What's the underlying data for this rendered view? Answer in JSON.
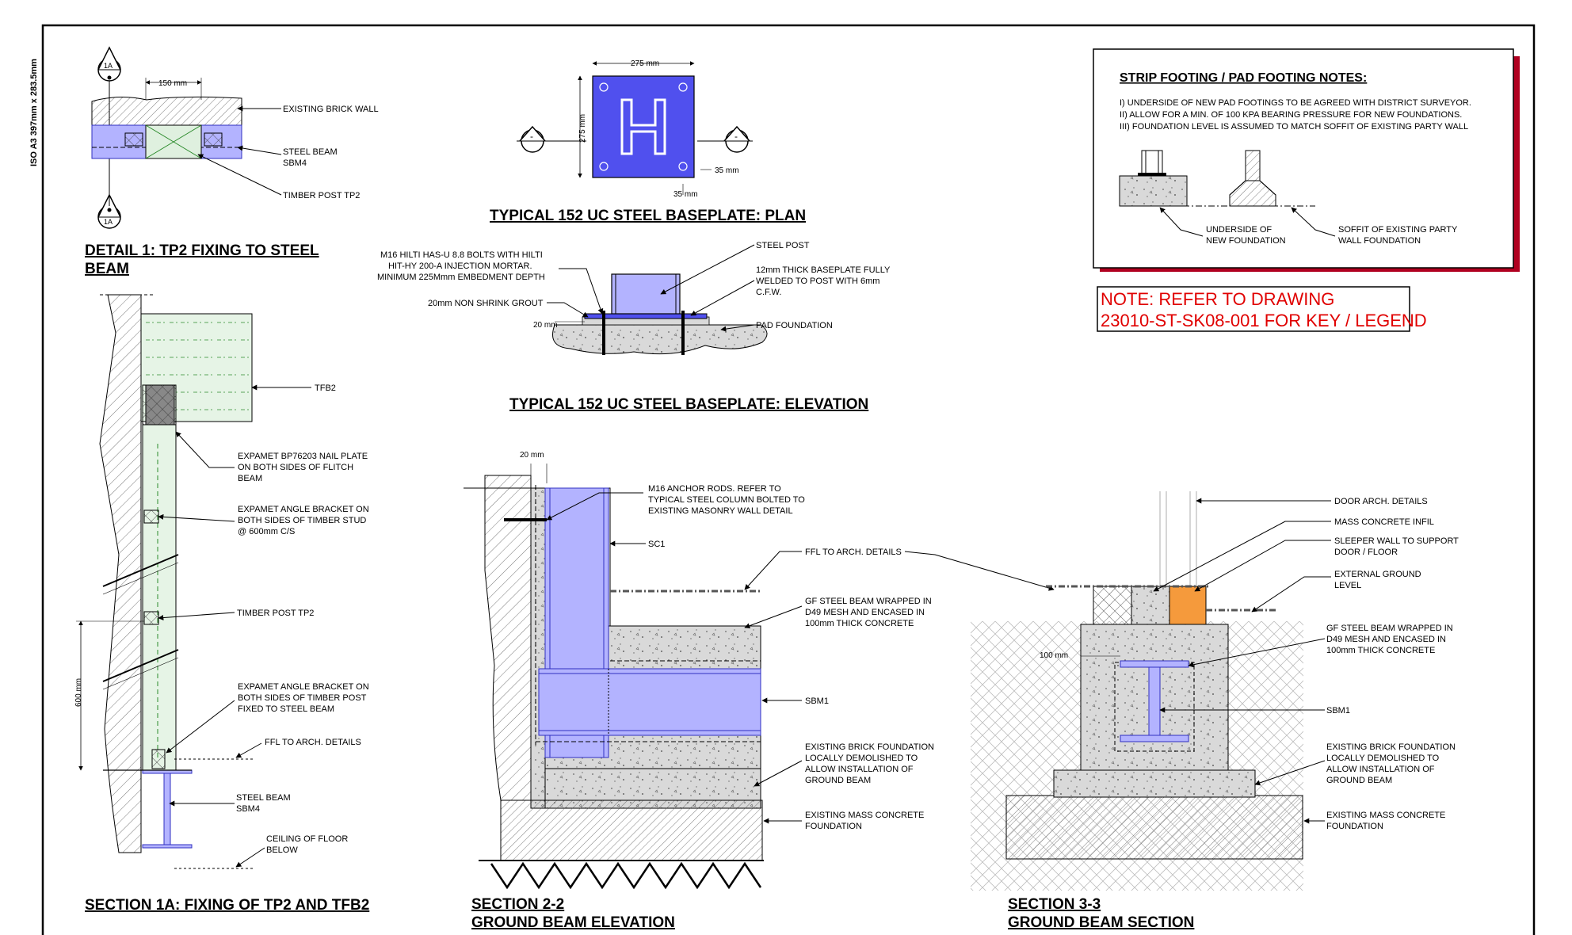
{
  "sheet": {
    "size_label": "ISO A3 397mm x 283.5mm"
  },
  "detail1": {
    "title_line1": "DETAIL 1: TP2 FIXING TO STEEL",
    "title_line2": "BEAM",
    "section_mark": "1A",
    "dim_150": "150 mm",
    "lbl_wall": "EXISTING BRICK WALL",
    "lbl_beam_1": "STEEL BEAM",
    "lbl_beam_2": "SBM4",
    "lbl_post": "TIMBER POST TP2"
  },
  "plan": {
    "title": "TYPICAL 152 UC STEEL BASEPLATE: PLAN",
    "dim_275_h": "275 mm",
    "dim_275_v": "275 mm",
    "dim_35_a": "35 mm",
    "dim_35_b": "35 mm",
    "marker": "-"
  },
  "elevation": {
    "title": "TYPICAL 152 UC STEEL BASEPLATE: ELEVATION",
    "lbl_bolts_1": "M16 HILTI HAS-U 8.8 BOLTS WITH HILTI",
    "lbl_bolts_2": "HIT-HY 200-A INJECTION MORTAR.",
    "lbl_bolts_3": "MINIMUM 225Mmm EMBEDMENT DEPTH",
    "lbl_grout": "20mm NON SHRINK GROUT",
    "dim_20": "20 mm",
    "lbl_post": "STEEL POST",
    "lbl_plate_1": "12mm THICK BASEPLATE FULLY",
    "lbl_plate_2": "WELDED TO POST WITH 6mm",
    "lbl_plate_3": "C.F.W.",
    "lbl_pad": "PAD FOUNDATION"
  },
  "notes": {
    "heading": "STRIP FOOTING / PAD FOOTING NOTES:",
    "line1": "I) UNDERSIDE OF NEW PAD FOOTINGS TO BE AGREED WITH DISTRICT SURVEYOR.",
    "line2": "II) ALLOW FOR A MIN. OF 100 KPA BEARING PRESSURE FOR NEW FOUNDATIONS.",
    "line3": "III) FOUNDATION LEVEL IS ASSUMED TO MATCH SOFFIT OF EXISTING PARTY WALL",
    "lbl_underside_1": "UNDERSIDE OF",
    "lbl_underside_2": "NEW FOUNDATION",
    "lbl_soffit_1": "SOFFIT OF EXISTING PARTY",
    "lbl_soffit_2": "WALL FOUNDATION"
  },
  "refnote": {
    "line1": "NOTE: REFER TO DRAWING",
    "line2": "23010-ST-SK08-001 FOR KEY / LEGEND"
  },
  "section1a": {
    "title": "SECTION 1A: FIXING OF TP2 AND TFB2",
    "lbl_tfb2": "TFB2",
    "lbl_nail_1": "EXPAMET BP76203 NAIL PLATE",
    "lbl_nail_2": "ON BOTH SIDES OF FLITCH",
    "lbl_nail_3": "BEAM",
    "lbl_ang1_1": "EXPAMET ANGLE BRACKET ON",
    "lbl_ang1_2": "BOTH SIDES OF TIMBER STUD",
    "lbl_ang1_3": "@ 600mm C/S",
    "lbl_post": "TIMBER POST TP2",
    "lbl_ang2_1": "EXPAMET ANGLE BRACKET ON",
    "lbl_ang2_2": "BOTH SIDES OF TIMBER POST",
    "lbl_ang2_3": "FIXED TO STEEL BEAM",
    "lbl_ffl": "FFL TO ARCH. DETAILS",
    "lbl_beam_1": "STEEL BEAM",
    "lbl_beam_2": "SBM4",
    "lbl_ceil_1": "CEILING OF FLOOR",
    "lbl_ceil_2": "BELOW",
    "dim_600": "600 mm"
  },
  "section22": {
    "title_line1": "SECTION 2-2",
    "title_line2": "GROUND BEAM ELEVATION",
    "dim_20": "20 mm",
    "lbl_rods_1": "M16 ANCHOR RODS. REFER TO",
    "lbl_rods_2": "TYPICAL STEEL COLUMN BOLTED TO",
    "lbl_rods_3": "EXISTING MASONRY WALL DETAIL",
    "lbl_sc1": "SC1",
    "lbl_ffl": "FFL TO ARCH. DETAILS",
    "lbl_gf_1": "GF STEEL BEAM WRAPPED IN",
    "lbl_gf_2": "D49 MESH AND ENCASED IN",
    "lbl_gf_3": "100mm THICK CONCRETE",
    "lbl_sbm1": "SBM1",
    "lbl_brick_1": "EXISTING BRICK FOUNDATION",
    "lbl_brick_2": "LOCALLY DEMOLISHED TO",
    "lbl_brick_3": "ALLOW INSTALLATION OF",
    "lbl_brick_4": "GROUND BEAM",
    "lbl_mass_1": "EXISTING MASS CONCRETE",
    "lbl_mass_2": "FOUNDATION"
  },
  "section33": {
    "title_line1": "SECTION 3-3",
    "title_line2": "GROUND BEAM SECTION",
    "lbl_door": "DOOR ARCH. DETAILS",
    "lbl_infil": "MASS CONCRETE INFIL",
    "lbl_sleeper_1": "SLEEPER WALL TO SUPPORT",
    "lbl_sleeper_2": "DOOR / FLOOR",
    "lbl_ext_1": "EXTERNAL GROUND",
    "lbl_ext_2": "LEVEL",
    "lbl_gf_1": "GF STEEL BEAM WRAPPED IN",
    "lbl_gf_2": "D49 MESH AND ENCASED IN",
    "lbl_gf_3": "100mm THICK CONCRETE",
    "lbl_sbm1": "SBM1",
    "lbl_brick_1": "EXISTING BRICK FOUNDATION",
    "lbl_brick_2": "LOCALLY DEMOLISHED TO",
    "lbl_brick_3": "ALLOW INSTALLATION OF",
    "lbl_brick_4": "GROUND BEAM",
    "lbl_mass_1": "EXISTING MASS CONCRETE",
    "lbl_mass_2": "FOUNDATION",
    "dim_100": "100 mm"
  },
  "colors": {
    "steel": "#b3b3ff",
    "steel_stroke": "#3030c0",
    "plate": "#5050ee",
    "timber": "#e8f5e8",
    "concrete": "#d6d6d6",
    "infil_orange": "#f59a3c",
    "note_red": "#e00000",
    "shadow_red": "#b00020"
  }
}
